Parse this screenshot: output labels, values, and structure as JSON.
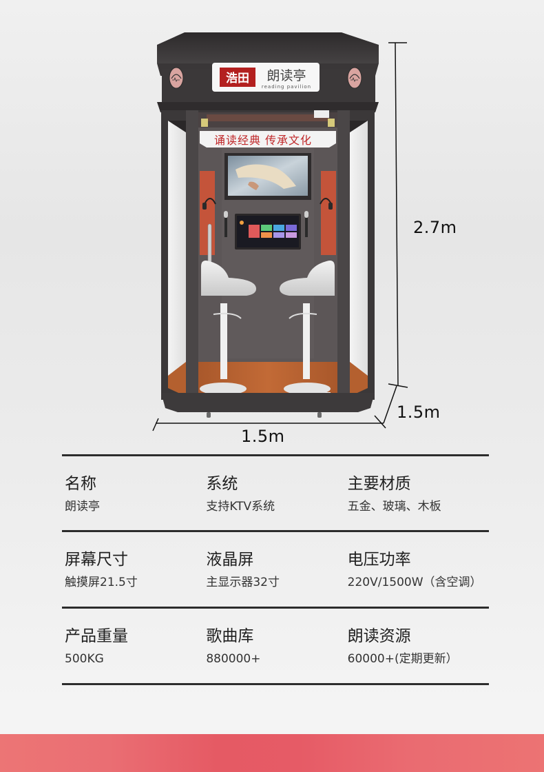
{
  "product": {
    "sign": {
      "brand": "浩田",
      "name": "朗读亭",
      "subtitle": "reading pavilion"
    },
    "banner": "诵读经典 传承文化",
    "badge_icon": "music-headphone-badge-icon",
    "colors": {
      "frame": "#3b3839",
      "panel": "#c4543a",
      "floor": "#b4602f",
      "brand_red": "#b3201f"
    }
  },
  "dimensions": {
    "height": "2.7m",
    "depth": "1.5m",
    "width": "1.5m"
  },
  "specs": {
    "rows": [
      [
        {
          "label": "名称",
          "value": "朗读亭"
        },
        {
          "label": "系统",
          "value": "支持KTV系统"
        },
        {
          "label": "主要材质",
          "value": "五金、玻璃、木板"
        }
      ],
      [
        {
          "label": "屏幕尺寸",
          "value": "触摸屏21.5寸"
        },
        {
          "label": "液晶屏",
          "value": "主显示器32寸"
        },
        {
          "label": "电压功率",
          "value": "220V/1500W（含空调）"
        }
      ],
      [
        {
          "label": "产品重量",
          "value": "500KG"
        },
        {
          "label": "歌曲库",
          "value": "880000+"
        },
        {
          "label": "朗读资源",
          "value": "60000+(定期更新）"
        }
      ]
    ]
  },
  "footer": {
    "color": "#e65b66"
  }
}
